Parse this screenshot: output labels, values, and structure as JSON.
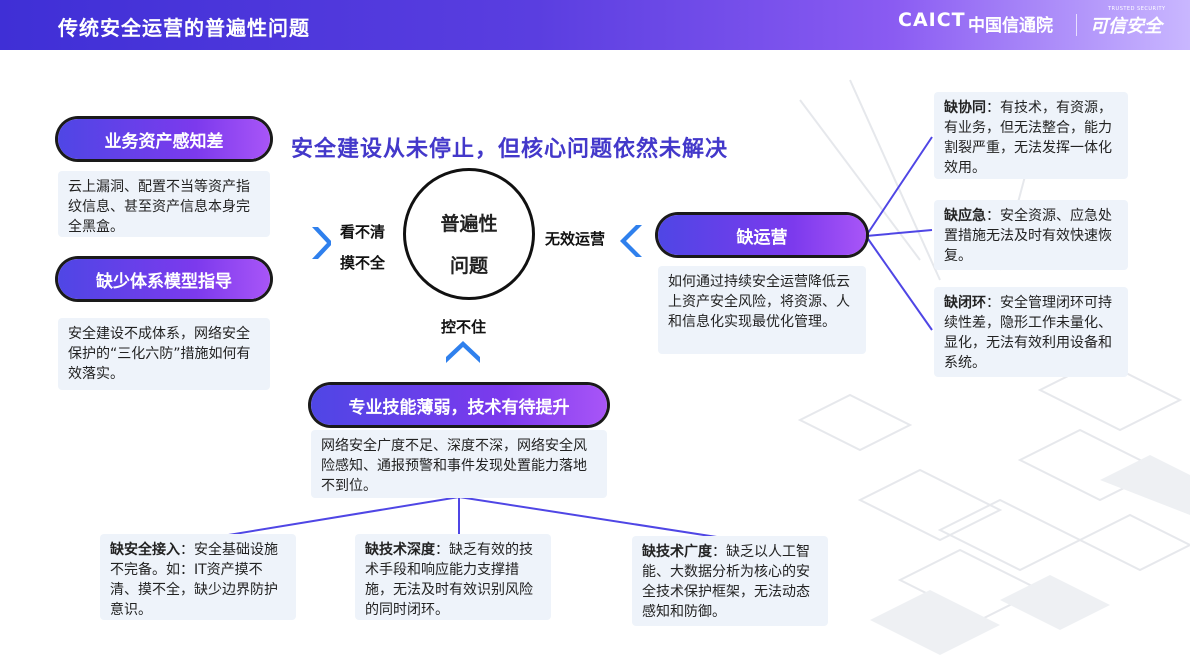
{
  "header": {
    "title": "传统安全运营的普遍性问题",
    "logo_caict": "CAICT",
    "logo_cn": "中国信通院",
    "logo_trusted_small": "TRUSTED SECURITY",
    "logo_trusted": "可信安全"
  },
  "subtitle": "安全建设从未停止，但核心问题依然未解决",
  "center": {
    "line1": "普遍性",
    "line2": "问题",
    "left_label_1": "看不清",
    "left_label_2": "摸不全",
    "right_label": "无效运营",
    "bottom_label": "控不住"
  },
  "left": {
    "asset_pill": "业务资产感知差",
    "asset_text": "云上漏洞、配置不当等资产指纹信息、甚至资产信息本身完全黑盒。",
    "model_pill": "缺少体系模型指导",
    "model_text": "安全建设不成体系，网络安全保护的“三化六防”措施如何有效落实。"
  },
  "right": {
    "ops_pill": "缺运营",
    "ops_text": "如何通过持续安全运营降低云上资产安全风险，将资源、人和信息化实现最优化管理。",
    "coop_title": "缺协同",
    "coop_text": "：有技术，有资源，有业务，但无法整合，能力割裂严重，无法发挥一体化效用。",
    "resp_title": "缺应急",
    "resp_text": "：安全资源、应急处置措施无法及时有效快速恢复。",
    "loop_title": "缺闭环",
    "loop_text": "：安全管理闭环可持续性差，隐形工作未量化、显化，无法有效利用设备和系统。"
  },
  "bottom": {
    "skill_pill": "专业技能薄弱，技术有待提升",
    "skill_text": "网络安全广度不足、深度不深，网络安全风险感知、通报预警和事件发现处置能力落地不到位。",
    "access_title": "缺安全接入",
    "access_text": "：安全基础设施不完备。如：IT资产摸不清、摸不全，缺少边界防护意识。",
    "depth_title": "缺技术深度",
    "depth_text": "：缺乏有效的技术手段和响应能力支撑措施，无法及时有效识别风险的同时闭环。",
    "breadth_title": "缺技术广度",
    "breadth_text": "：缺乏以人工智能、大数据分析为核心的安全技术保护框架，无法动态感知和防御。"
  },
  "colors": {
    "header_start": "#3f2fd6",
    "header_end": "#c9b7ff",
    "pill_start": "#4f46e5",
    "pill_end": "#a855f7",
    "subtitle": "#4338ca",
    "chevron": "#2f80ed",
    "connector": "#4f46e5",
    "textbox_bg": "#eef3fa"
  }
}
